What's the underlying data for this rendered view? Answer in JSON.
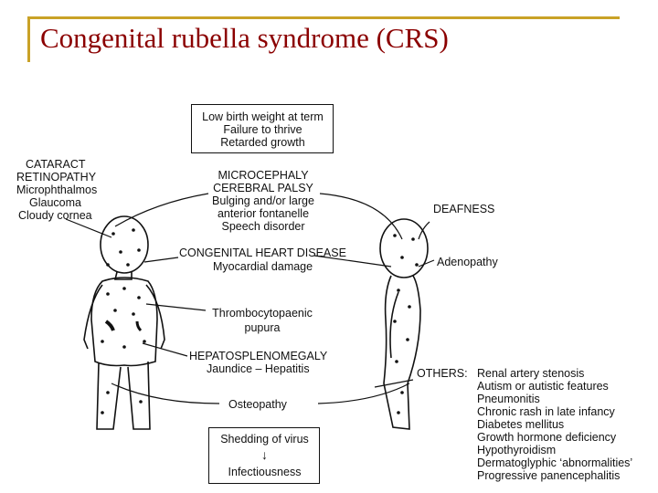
{
  "slide": {
    "title": "Congenital rubella syndrome (CRS)"
  },
  "labels": {
    "birth_box": [
      "Low birth weight at term",
      "Failure to thrive",
      "Retarded growth"
    ],
    "eye": [
      "CATARACT",
      "RETINOPATHY",
      "Microphthalmos",
      "Glaucoma",
      "Cloudy cornea"
    ],
    "cns": [
      "MICROCEPHALY",
      "CEREBRAL PALSY",
      "Bulging and/or large",
      "anterior fontanelle",
      "Speech disorder"
    ],
    "heart": [
      "CONGENITAL HEART DISEASE",
      "Myocardial damage"
    ],
    "purpura": [
      "Thrombocytopaenic",
      "pupura"
    ],
    "liver": [
      "HEPATOSPLENOMEGALY",
      "Jaundice – Hepatitis"
    ],
    "bone": "Osteopathy",
    "deafness": "DEAFNESS",
    "adenopathy": "Adenopathy",
    "others_heading": "OTHERS:",
    "others": [
      "Renal artery stenosis",
      "Autism or autistic features",
      "Pneumonitis",
      "Chronic rash in late infancy",
      "Diabetes mellitus",
      "Growth hormone deficiency",
      "Hypothyroidism",
      "Dermatoglyphic ‘abnormalities’",
      "Progressive panencephalitis"
    ],
    "shedding_box": {
      "top": "Shedding of virus",
      "arrow": "↓",
      "bottom": "Infectiousness"
    }
  }
}
